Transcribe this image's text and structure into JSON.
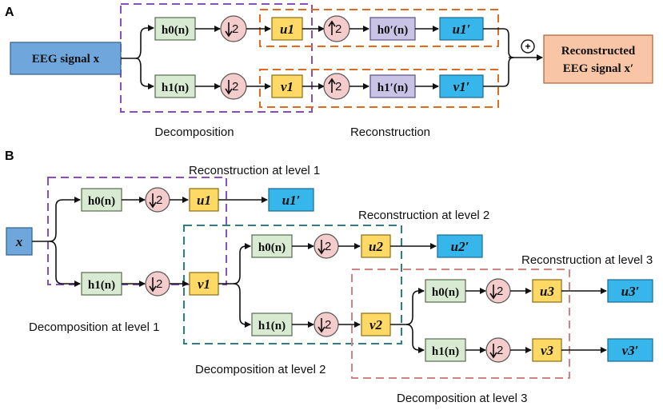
{
  "panel_a": {
    "label": "A",
    "input": "EEG signal x",
    "h0": "h0(n)",
    "h1": "h1(n)",
    "down1": "2",
    "down2": "2",
    "up1": "2",
    "up2": "2",
    "u1": "u1",
    "v1": "v1",
    "h0p": "h0′(n)",
    "h1p": "h1′(n)",
    "u1p": "u1′",
    "v1p": "v1′",
    "plus": "+",
    "output_line1": "Reconstructed",
    "output_line2": "EEG signal x′",
    "decomposition": "Decomposition",
    "reconstruction": "Reconstruction"
  },
  "panel_b": {
    "label": "B",
    "input": "x",
    "l1_h0": "h0(n)",
    "l1_h1": "h1(n)",
    "l1_u": "u1",
    "l1_v": "v1",
    "l1_up": "u1′",
    "l2_h0": "h0(n)",
    "l2_h1": "h1(n)",
    "l2_u": "u2",
    "l2_v": "v2",
    "l2_up": "u2′",
    "l3_h0": "h0(n)",
    "l3_h1": "h1(n)",
    "l3_u": "u3",
    "l3_v": "v3",
    "l3_up": "u3′",
    "l3_vp": "v3′",
    "down": "2",
    "recon1": "Reconstruction at level 1",
    "recon2": "Reconstruction at level 2",
    "recon3": "Reconstruction at level 3",
    "decomp1": "Decomposition at level 1",
    "decomp2": "Decomposition at level 2",
    "decomp3": "Decomposition at level 3"
  },
  "colors": {
    "input_fill": "#6fa7dc",
    "filter_fill": "#d9ead3",
    "coef_fill": "#ffd966",
    "recon_filter_fill": "#c9c3e6",
    "recon_out_fill": "#36b6ea",
    "circle_fill": "#f4cccc",
    "output_fill": "#f8c6a6",
    "purple_dash": "#8a4fbf",
    "orange_dash": "#e06a1f",
    "teal_dash": "#2c7f86",
    "pink_dash": "#d08585"
  }
}
